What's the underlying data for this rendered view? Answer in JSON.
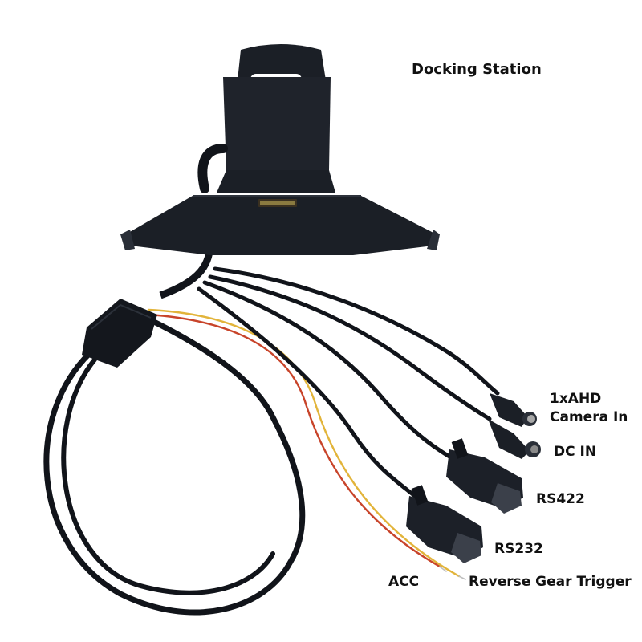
{
  "labels": {
    "title": "Docking Station",
    "ahd_line1": "1xAHD",
    "ahd_line2": "Camera In",
    "dc_in": "DC IN",
    "rs422": "RS422",
    "rs232": "RS232",
    "acc": "ACC",
    "reverse_gear": "Reverse Gear Trigger"
  },
  "colors": {
    "background": "#ffffff",
    "dock_body": "#1b1f26",
    "cable": "#11141a",
    "wire_red": "#c8442a",
    "wire_yellow": "#e2b43a",
    "text": "#111111"
  }
}
